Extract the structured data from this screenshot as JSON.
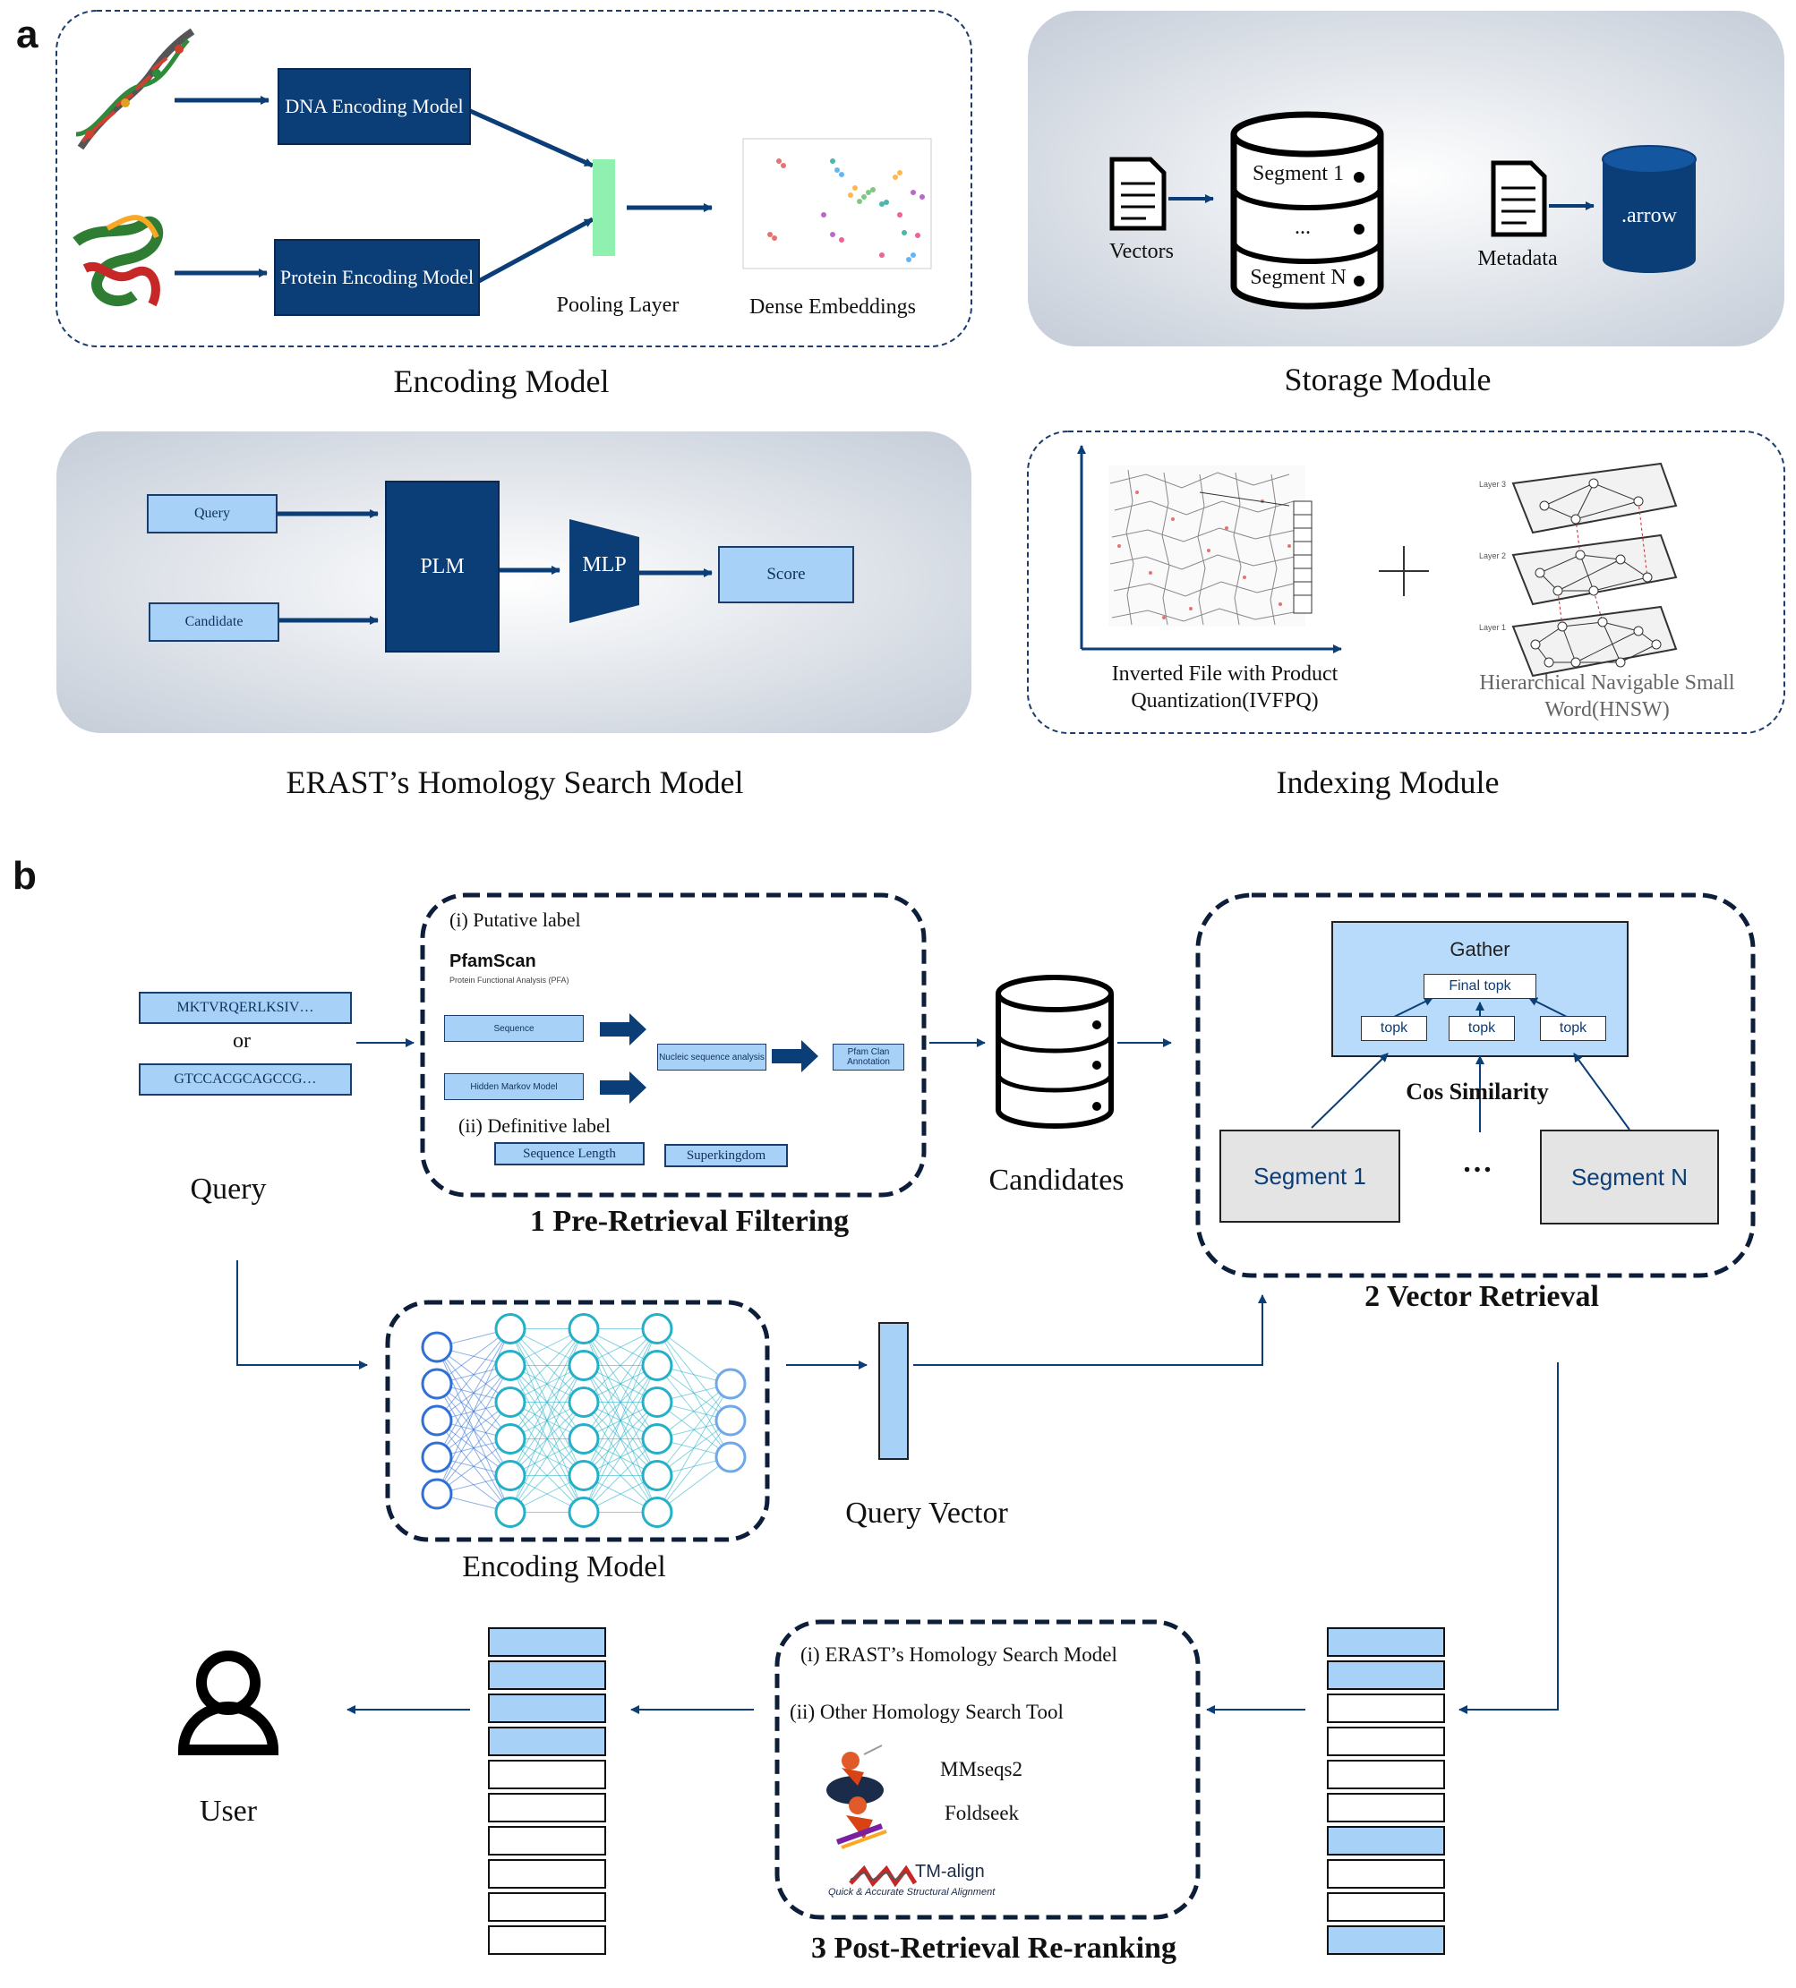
{
  "panel_a": {
    "letter": "a",
    "encoding": {
      "dna_model": "DNA Encoding Model",
      "protein_model": "Protein Encoding Model",
      "pooling": "Pooling Layer",
      "dense": "Dense Embeddings",
      "caption": "Encoding Model"
    },
    "storage": {
      "vectors": "Vectors",
      "segment1": "Segment 1",
      "dots": "...",
      "segmentN": "Segment N",
      "metadata": "Metadata",
      "arrow_file": ".arrow",
      "caption": "Storage Module"
    },
    "homology": {
      "query": "Query",
      "candidate": "Candidate",
      "plm": "PLM",
      "mlp": "MLP",
      "score": "Score",
      "caption": "ERAST’s Homology Search Model"
    },
    "indexing": {
      "ivfpq": "Inverted File with Product Quantization(IVFPQ)",
      "plus": "+",
      "hnsw": "Hierarchical Navigable Small Word(HNSW)",
      "layer3": "Layer 3",
      "layer2": "Layer 2",
      "layer1": "Layer 1",
      "caption": "Indexing Module"
    }
  },
  "panel_b": {
    "letter": "b",
    "query": {
      "seq_protein": "MKTVRQERLKSIV…",
      "or": "or",
      "seq_dna": "GTCCACGCAGCCG…",
      "label": "Query"
    },
    "filtering": {
      "putative": "(i) Putative label",
      "pfamscan": "PfamScan",
      "pfa": "Protein Functional Analysis (PFA)",
      "sequence": "Sequence",
      "hmm": "Hidden Markov Model",
      "nucleic": "Nucleic sequence analysis",
      "pfam_clan": "Pfam Clan Annotation",
      "definitive": "(ii) Definitive label",
      "seq_length": "Sequence Length",
      "superkingdom": "Superkingdom",
      "caption": "1 Pre-Retrieval Filtering"
    },
    "candidates": "Candidates",
    "retrieval": {
      "gather": "Gather",
      "final_topk": "Final topk",
      "topk": "topk",
      "cos": "Cos Similarity",
      "segment1": "Segment 1",
      "dots": "…",
      "segmentN": "Segment N",
      "caption": "2 Vector Retrieval"
    },
    "encoding_caption": "Encoding Model",
    "query_vector": "Query Vector",
    "reranking": {
      "erast": "(i)  ERAST’s Homology Search Model",
      "other": "(ii) Other Homology Search Tool",
      "mmseqs": "MMseqs2",
      "foldseek": "Foldseek",
      "tmalign": "TM-align",
      "tmalign_sub": "Quick & Accurate Structural Alignment",
      "caption": "3 Post-Retrieval Re-ranking"
    },
    "user": "User",
    "left_stack": [
      1,
      1,
      1,
      1,
      0,
      0,
      0,
      0,
      0,
      0
    ],
    "right_stack": [
      1,
      1,
      0,
      0,
      0,
      0,
      1,
      0,
      0,
      1
    ]
  },
  "colors": {
    "navy": "#0b3d77",
    "light_blue": "#a8d1f7",
    "pooling_green": "#8ff0b0",
    "panel_gray": "#d9dee6"
  }
}
